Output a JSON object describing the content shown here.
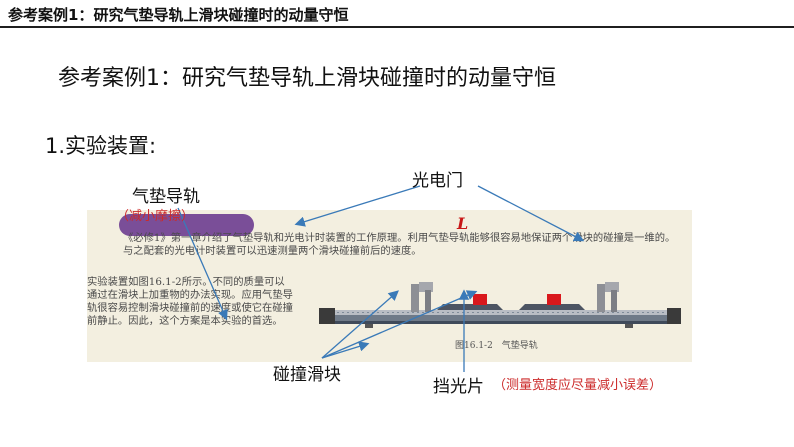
{
  "header": {
    "title": "参考案例1：研究气垫导轨上滑块碰撞时的动量守恒"
  },
  "main": {
    "title": "参考案例1：研究气垫导轨上滑块碰撞时的动量守恒",
    "section": "1.实验装置:"
  },
  "labels": {
    "air_track": "气垫导轨",
    "air_track_note": "（减小摩擦）",
    "photogate": "光电门",
    "slider": "碰撞滑块",
    "shading_piece": "挡光片",
    "shading_note": "（测量宽度应尽量减小误差）"
  },
  "textbook": {
    "intro": "《必修1》第一章介绍了气垫导轨和光电计时装置的工作原理。利用气垫导轨能够很容易地保证两个滑块的碰撞是一维的。与之配套的光电计时装置可以迅速测量两个滑块碰撞前后的速度。",
    "column": "实验装置如图16.1-2所示。不同的质量可以通过在滑块上加重物的办法实现。应用气垫导轨很容易控制滑块碰撞前的速度或使它在碰撞前静止。因此，这个方案是本实验的首选。",
    "letter_L": "L",
    "caption": "图16.1-2　气垫导轨"
  },
  "colors": {
    "accent_red": "#cc2b2b",
    "line_blue": "#3a7ab8",
    "header_purple": "#7a4e98"
  }
}
